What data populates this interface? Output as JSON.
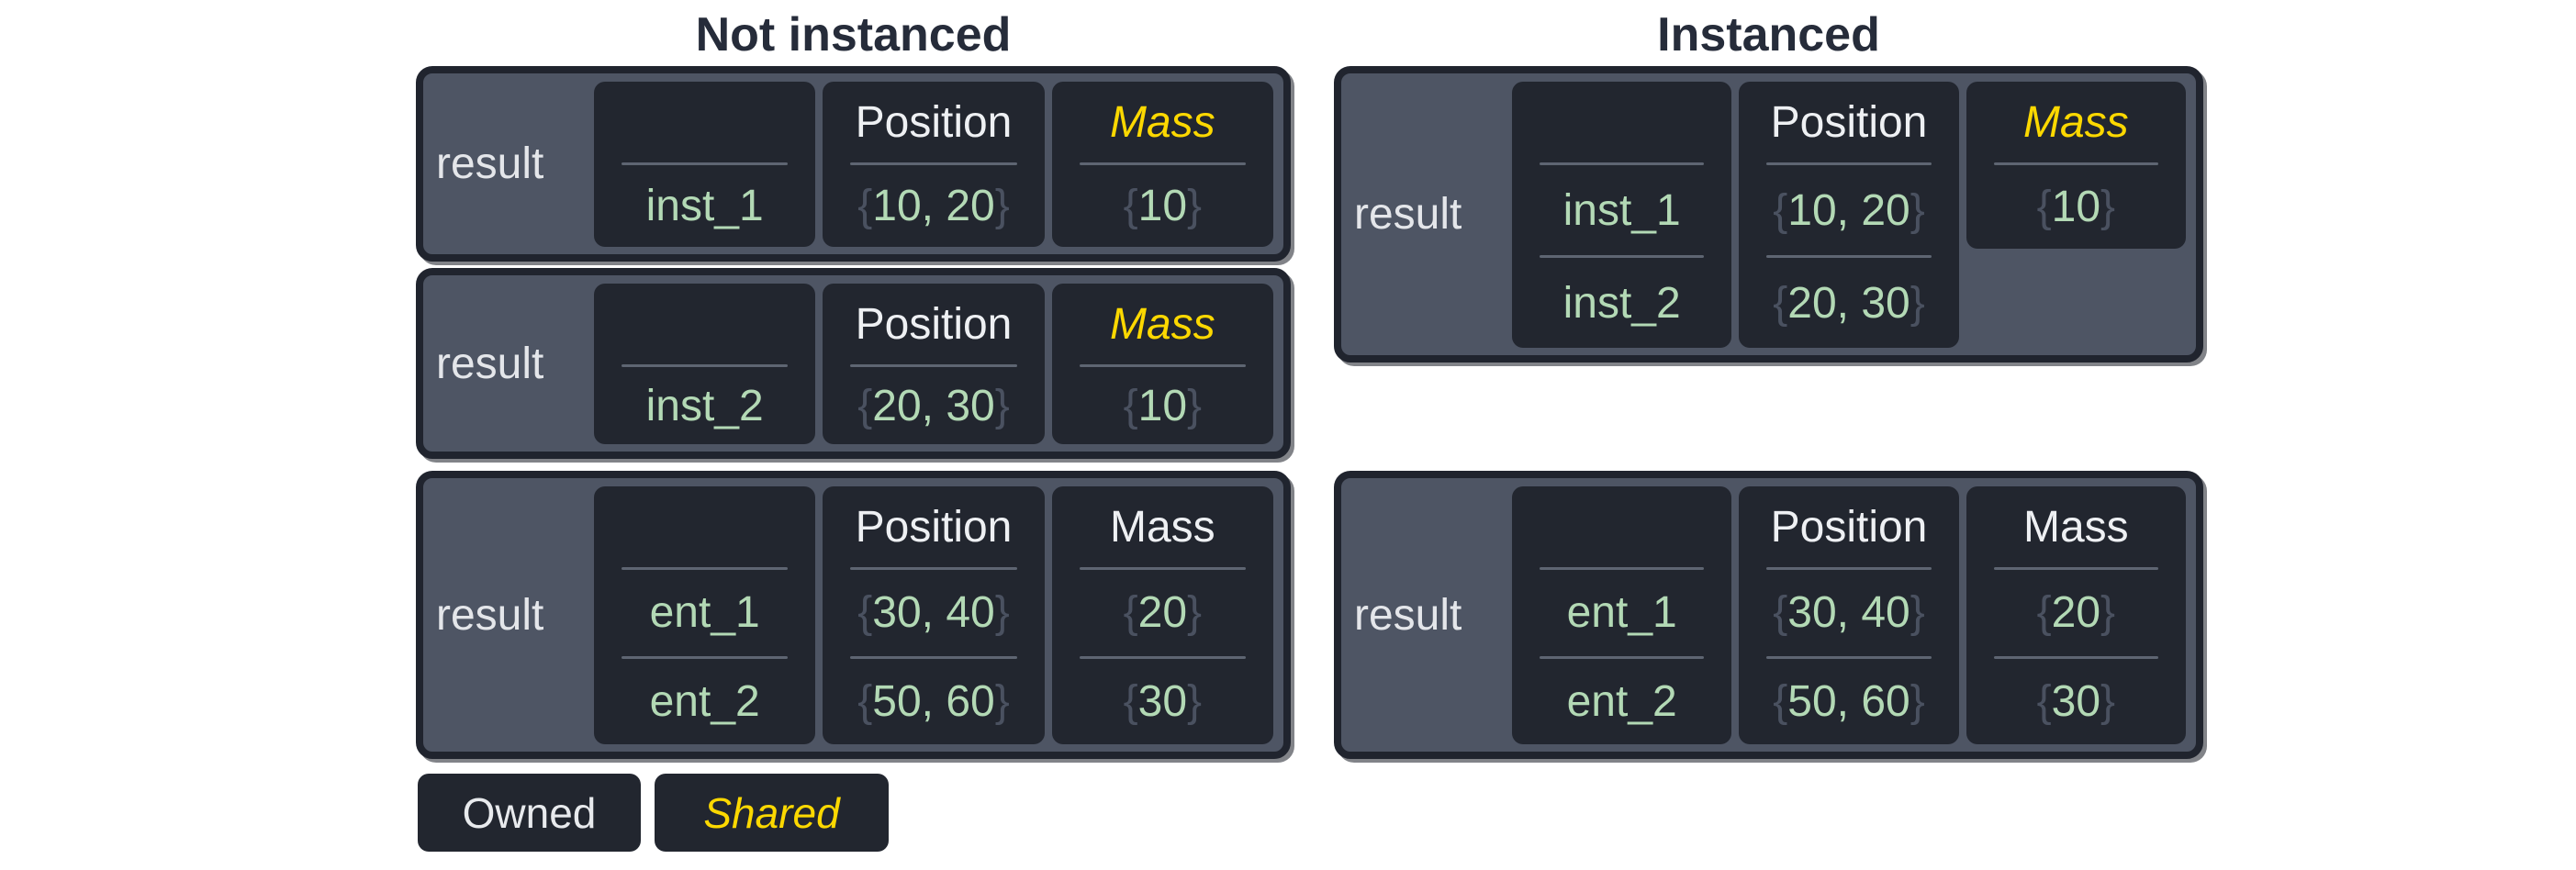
{
  "titles": {
    "not_instanced": "Not instanced",
    "instanced": "Instanced"
  },
  "legend": {
    "owned": "Owned",
    "shared": "Shared"
  },
  "colors": {
    "background": "#ffffff",
    "box_border": "#20242e",
    "box_fill": "#4e5564",
    "cell_fill": "#22262f",
    "separator": "#5e6572",
    "title_text": "#262c3a",
    "owned_text": "#eef0f3",
    "shared_yellow": "#fcd800",
    "value_green": "#b3d9b5",
    "brace_gray": "#4a5160",
    "result_text": "#e4e6ea"
  },
  "boxes": [
    {
      "name": "not-instanced-result-1",
      "result": "result",
      "columns": [
        {
          "header": "",
          "shared": false,
          "short": false,
          "rows": [
            {
              "type": "name",
              "text": "inst_1"
            }
          ]
        },
        {
          "header": "Position",
          "shared": false,
          "short": false,
          "rows": [
            {
              "type": "value",
              "text": "10, 20"
            }
          ]
        },
        {
          "header": "Mass",
          "shared": true,
          "short": false,
          "rows": [
            {
              "type": "value",
              "text": "10"
            }
          ]
        }
      ]
    },
    {
      "name": "not-instanced-result-2",
      "result": "result",
      "columns": [
        {
          "header": "",
          "shared": false,
          "short": false,
          "rows": [
            {
              "type": "name",
              "text": "inst_2"
            }
          ]
        },
        {
          "header": "Position",
          "shared": false,
          "short": false,
          "rows": [
            {
              "type": "value",
              "text": "20, 30"
            }
          ]
        },
        {
          "header": "Mass",
          "shared": true,
          "short": false,
          "rows": [
            {
              "type": "value",
              "text": "10"
            }
          ]
        }
      ]
    },
    {
      "name": "not-instanced-result-3",
      "result": "result",
      "columns": [
        {
          "header": "",
          "shared": false,
          "short": false,
          "rows": [
            {
              "type": "name",
              "text": "ent_1"
            },
            {
              "type": "name",
              "text": "ent_2"
            }
          ]
        },
        {
          "header": "Position",
          "shared": false,
          "short": false,
          "rows": [
            {
              "type": "value",
              "text": "30, 40"
            },
            {
              "type": "value",
              "text": "50, 60"
            }
          ]
        },
        {
          "header": "Mass",
          "shared": false,
          "short": false,
          "rows": [
            {
              "type": "value",
              "text": "20"
            },
            {
              "type": "value",
              "text": "30"
            }
          ]
        }
      ]
    },
    {
      "name": "instanced-result-1",
      "result": "result",
      "columns": [
        {
          "header": "",
          "shared": false,
          "short": false,
          "rows": [
            {
              "type": "name",
              "text": "inst_1"
            },
            {
              "type": "name",
              "text": "inst_2"
            }
          ]
        },
        {
          "header": "Position",
          "shared": false,
          "short": false,
          "rows": [
            {
              "type": "value",
              "text": "10, 20"
            },
            {
              "type": "value",
              "text": "20, 30"
            }
          ]
        },
        {
          "header": "Mass",
          "shared": true,
          "short": true,
          "rows": [
            {
              "type": "value",
              "text": "10"
            }
          ]
        }
      ]
    },
    {
      "name": "instanced-result-2",
      "result": "result",
      "columns": [
        {
          "header": "",
          "shared": false,
          "short": false,
          "rows": [
            {
              "type": "name",
              "text": "ent_1"
            },
            {
              "type": "name",
              "text": "ent_2"
            }
          ]
        },
        {
          "header": "Position",
          "shared": false,
          "short": false,
          "rows": [
            {
              "type": "value",
              "text": "30, 40"
            },
            {
              "type": "value",
              "text": "50, 60"
            }
          ]
        },
        {
          "header": "Mass",
          "shared": false,
          "short": false,
          "rows": [
            {
              "type": "value",
              "text": "20"
            },
            {
              "type": "value",
              "text": "30"
            }
          ]
        }
      ]
    }
  ]
}
